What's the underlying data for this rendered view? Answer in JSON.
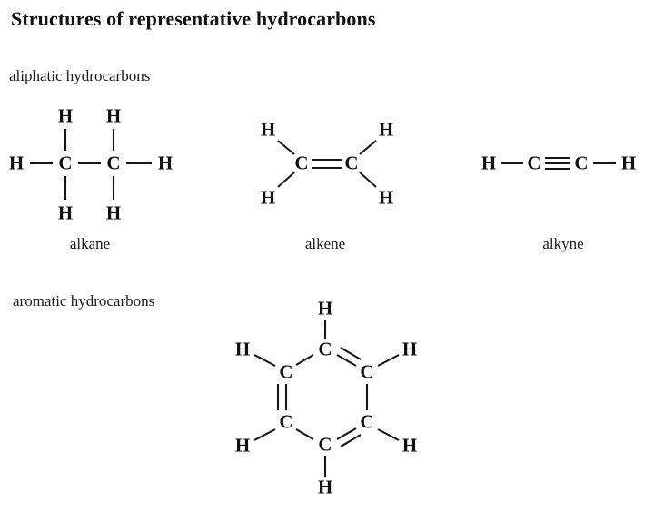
{
  "title": "Structures of representative hydrocarbons",
  "sections": {
    "aliphatic": {
      "heading": "aliphatic hydrocarbons"
    },
    "aromatic": {
      "heading": "aromatic hydrocarbons"
    }
  },
  "atoms": {
    "carbon": "C",
    "hydrogen": "H"
  },
  "structures": [
    {
      "name": "alkane",
      "caption": "alkane",
      "formula_implied": "C2H6",
      "atom_labels": {
        "c1": "C",
        "c2": "C",
        "h_left": "H",
        "h_right": "H",
        "h_c1_top": "H",
        "h_c1_bottom": "H",
        "h_c2_top": "H",
        "h_c2_bottom": "H"
      },
      "bond_order_cc": 1
    },
    {
      "name": "alkene",
      "caption": "alkene",
      "formula_implied": "C2H4",
      "atom_labels": {
        "c1": "C",
        "c2": "C",
        "h_upper_left": "H",
        "h_lower_left": "H",
        "h_upper_right": "H",
        "h_lower_right": "H"
      },
      "bond_order_cc": 2
    },
    {
      "name": "alkyne",
      "caption": "alkyne",
      "formula_implied": "C2H2",
      "atom_labels": {
        "h_left": "H",
        "c1": "C",
        "c2": "C",
        "h_right": "H"
      },
      "bond_order_cc": 3
    },
    {
      "name": "benzene",
      "caption": "",
      "formula_implied": "C6H6",
      "atom_labels": {
        "c_top": "C",
        "c_upper_left": "C",
        "c_upper_right": "C",
        "c_lower_left": "C",
        "c_lower_right": "C",
        "c_bottom": "C",
        "h_top": "H",
        "h_upper_left": "H",
        "h_upper_right": "H",
        "h_lower_left": "H",
        "h_lower_right": "H",
        "h_bottom": "H"
      },
      "double_bonds": [
        "c_top-c_upper_right",
        "c_upper_left-c_lower_left",
        "c_lower_right-c_bottom"
      ],
      "single_bonds": [
        "c_top-c_upper_left",
        "c_upper_right-c_lower_right",
        "c_lower_left-c_bottom"
      ]
    }
  ],
  "colors": {
    "ink": "#161616",
    "text": "#1a1a1a",
    "background": "#ffffff"
  }
}
